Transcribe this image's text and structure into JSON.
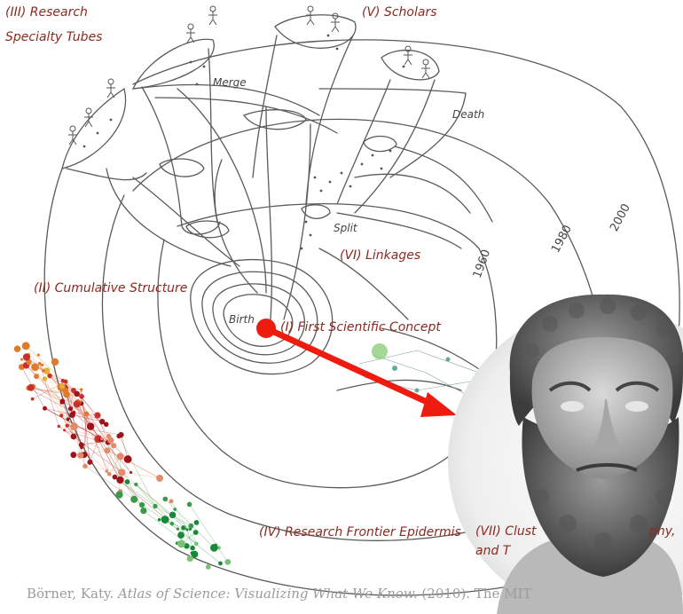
{
  "labels": {
    "research_specialty_tubes_line1": "(III) Research",
    "research_specialty_tubes_line2": "Specialty Tubes",
    "scholars": "(V) Scholars",
    "merge": "Merge",
    "death": "Death",
    "split": "Split",
    "linkages": "(VI) Linkages",
    "cumulative_structure": "(II) Cumulative Structure",
    "birth": "Birth",
    "first_scientific_concept": "(I) First Scientific Concept",
    "research_frontier_epidermis": "(IV) Research Frontier Epidermis",
    "clusters_line1": "(VII) Clust",
    "clusters_line1_tail": "phy,",
    "clusters_line2": "and T"
  },
  "years": {
    "y1960": "1960",
    "y1980": "1980",
    "y2000": "2000"
  },
  "caption": {
    "author": "Börner, Katy. ",
    "title": "Atlas of Science: Visualizing What We Know.",
    "rest": " (2010). The MIT"
  },
  "colors": {
    "label": "#8b2a21",
    "sketch": "#555555",
    "arrow": "#ee1c0e",
    "caption": "#9b9b9b"
  },
  "icons": {
    "bust": "aristotle-bust-icon",
    "network": "citation-network-icon"
  }
}
